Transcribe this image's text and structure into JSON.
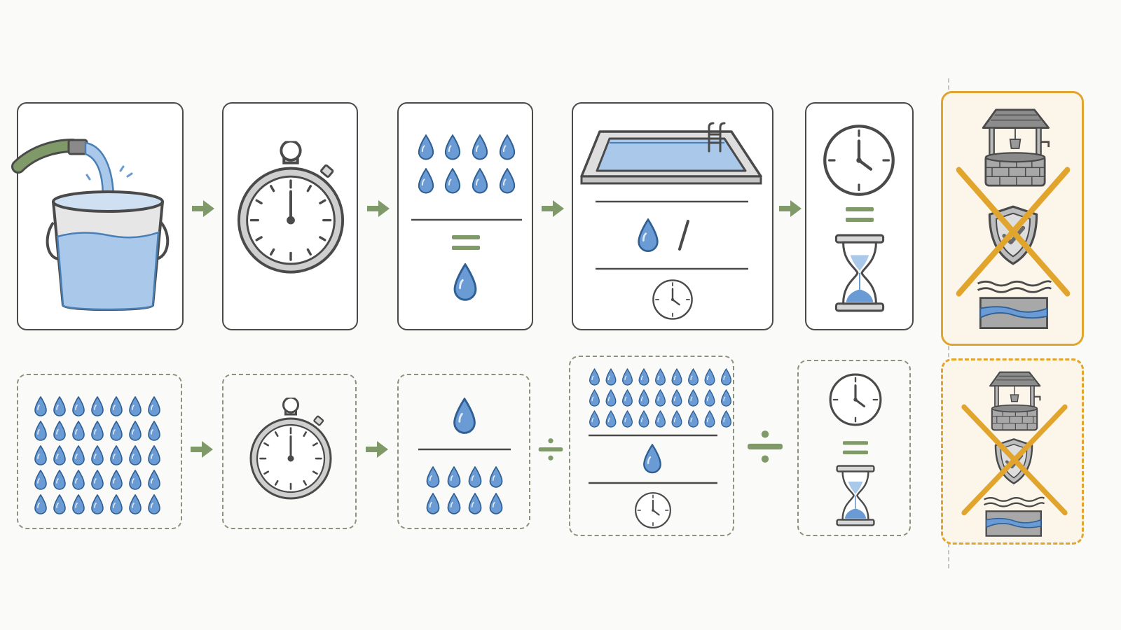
{
  "colors": {
    "outline": "#4a4a4a",
    "water": "#a9c8ea",
    "drop": "#6a9bd4",
    "drop_outline": "#2f5f93",
    "arrow": "#7f9a68",
    "dashed_border": "#8a947c",
    "highlight": "#e1a52e",
    "highlight_bg": "#fcf6ea",
    "stone": "#9a9a9a",
    "background": "#fafaf8"
  },
  "top_row": {
    "panels": [
      {
        "name": "bucket-filling",
        "icons": [
          "hose-icon",
          "bucket-icon",
          "water-stream-icon"
        ]
      },
      {
        "name": "stopwatch",
        "icons": [
          "stopwatch-icon"
        ]
      },
      {
        "name": "drops-fraction",
        "icons": [
          "drop-icon"
        ],
        "numerator_drops": 8,
        "denominator_drops": 1
      },
      {
        "name": "pool-rate",
        "icons": [
          "swimming-pool-icon",
          "drop-icon",
          "slash-icon",
          "clock-icon"
        ]
      },
      {
        "name": "clock-equals-hourglass",
        "icons": [
          "clock-icon",
          "equals-icon",
          "hourglass-icon"
        ]
      }
    ],
    "connectors": [
      "arrow-right-icon",
      "arrow-right-icon",
      "arrow-right-icon",
      "arrow-right-icon"
    ]
  },
  "bottom_row": {
    "panels": [
      {
        "name": "drops-grid",
        "icons": [
          "drop-icon"
        ],
        "drop_rows": 5,
        "drop_cols": 7
      },
      {
        "name": "stopwatch",
        "icons": [
          "stopwatch-icon"
        ]
      },
      {
        "name": "drops-fraction",
        "icons": [
          "drop-icon"
        ],
        "numerator_drops": 1,
        "denominator_drops": 8
      },
      {
        "name": "drops-rate",
        "icons": [
          "drop-icon",
          "clock-icon"
        ],
        "numerator_drops": 27,
        "middle_drops": 1
      },
      {
        "name": "clock-equals-hourglass",
        "icons": [
          "clock-icon",
          "equals-icon",
          "hourglass-icon"
        ]
      }
    ],
    "connectors": [
      "arrow-right-icon",
      "arrow-right-icon",
      "divide-icon",
      "divide-icon"
    ]
  },
  "excluded_panels": [
    {
      "style": "solid",
      "icons": [
        "wishing-well-icon",
        "shield-check-icon",
        "river-icon",
        "cross-out-icon"
      ]
    },
    {
      "style": "dashed",
      "icons": [
        "wishing-well-icon",
        "shield-check-icon",
        "river-icon",
        "cross-out-icon"
      ]
    }
  ]
}
